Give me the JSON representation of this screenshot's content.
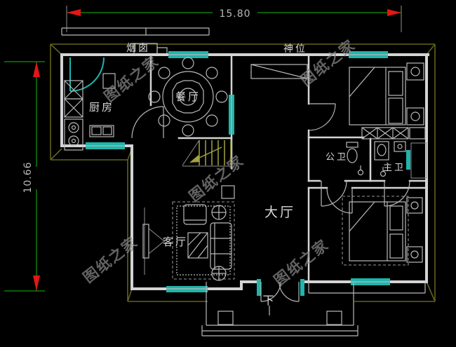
{
  "dimensions": {
    "width": "15.80",
    "height": "10.66"
  },
  "labels": {
    "chimney": "烟囱",
    "shrine": "神位",
    "kitchen": "厨房",
    "dining": "餐厅",
    "hall": "大厅",
    "living": "客厅",
    "bath_public": "公卫",
    "bath_master": "主卫",
    "entry_down": "下"
  },
  "watermark": {
    "text": "图纸之家"
  },
  "colors": {
    "bg": "#000000",
    "wall": "#d4d4d4",
    "teal": "#1fb5ab",
    "olive": "#a3a33c",
    "roof": "#62621c",
    "green": "#0c7e0c",
    "red": "#e41616",
    "label": "#d9d9d9",
    "wm": "#8a8a8a"
  }
}
